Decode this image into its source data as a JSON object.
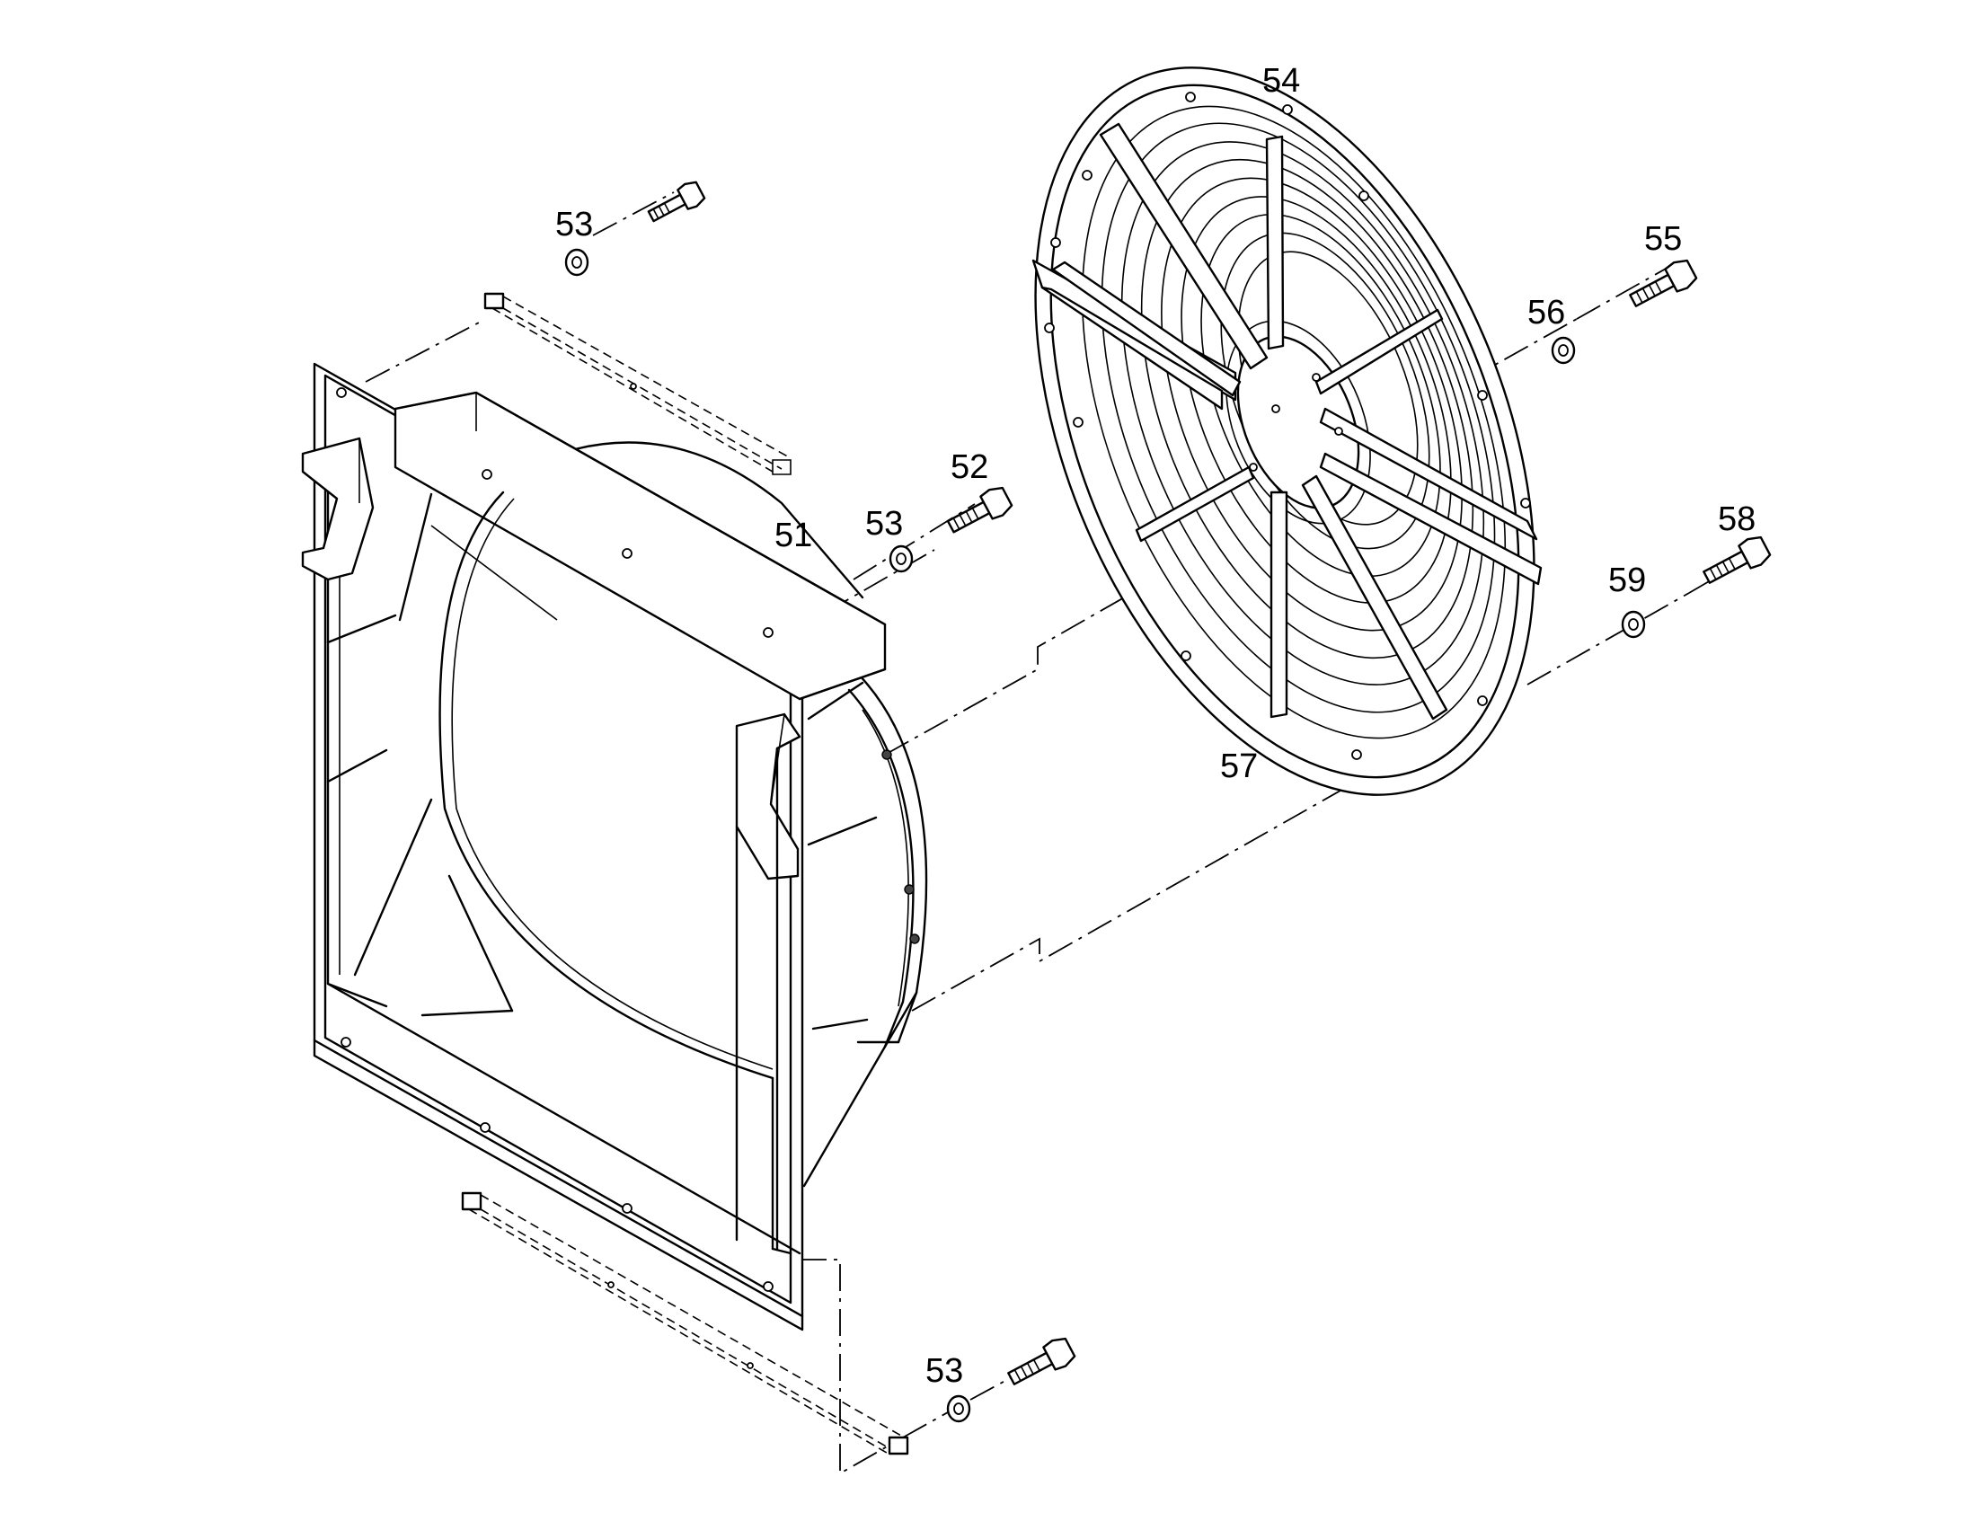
{
  "callouts": [
    {
      "id": "c51a",
      "label": "51"
    },
    {
      "id": "c52",
      "label": "52"
    },
    {
      "id": "c53a",
      "label": "53"
    },
    {
      "id": "c53b",
      "label": "53"
    },
    {
      "id": "c53c",
      "label": "53"
    },
    {
      "id": "c54",
      "label": "54"
    },
    {
      "id": "c55",
      "label": "55"
    },
    {
      "id": "c56",
      "label": "56"
    },
    {
      "id": "c57",
      "label": "57"
    },
    {
      "id": "c58",
      "label": "58"
    },
    {
      "id": "c59",
      "label": "59"
    }
  ],
  "parts": {
    "shroud": "fan-shroud",
    "guard": "fan-guard",
    "bolts": [
      "bolt-52",
      "bolt-55",
      "bolt-58",
      "bolt-53-top",
      "bolt-53-bottom"
    ],
    "washers": [
      "washer-53-top",
      "washer-53-mid",
      "washer-53-bottom",
      "washer-56",
      "washer-59"
    ],
    "strips": [
      "strip-top",
      "strip-bottom"
    ]
  },
  "colors": {
    "line": "#000000",
    "background": "#ffffff"
  }
}
